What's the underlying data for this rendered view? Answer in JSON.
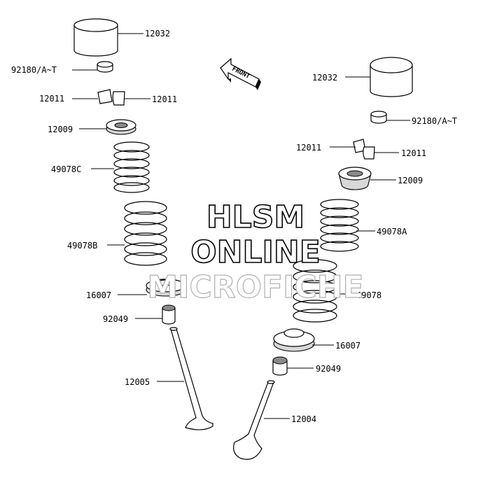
{
  "watermark": {
    "line1": "HLSM",
    "line2": "ONLINE",
    "line3": "MICROFICHE"
  },
  "direction_arrow": {
    "label": "FRONT"
  },
  "colors": {
    "line": "#000000",
    "shade": "#d8d8d8",
    "dark": "#8a8a8a",
    "watermark_gray": "#b0b0b0"
  },
  "callouts": {
    "left_tappet": "12032",
    "left_shim": "92180/A~T",
    "left_keeper_a": "12011",
    "left_keeper_b": "12011",
    "left_retainer": "12009",
    "left_spring_inner": "49078C",
    "left_spring_outer": "49078B",
    "left_seat": "16007",
    "left_seal": "92049",
    "left_valve": "12005",
    "right_tappet": "12032",
    "right_shim": "92180/A~T",
    "right_keeper_a": "12011",
    "right_keeper_b": "12011",
    "right_retainer": "12009",
    "right_spring_inner": "49078A",
    "right_spring_outer": "49078",
    "right_seat": "16007",
    "right_seal": "92049",
    "right_valve": "12004"
  }
}
